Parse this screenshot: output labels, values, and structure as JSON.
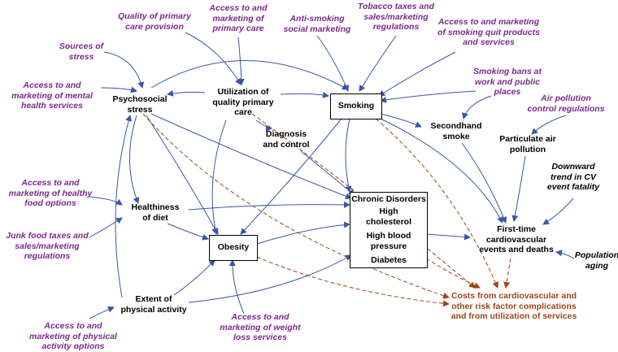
{
  "colors": {
    "external": "#7b2a8c",
    "variable": "#000000",
    "arrow": "#3b55a6",
    "cost": "#a0441a"
  },
  "nodes": {
    "quality_primary_care_provision": "Quality of primary\ncare provision",
    "access_primary_care": "Access to and\nmarketing of\nprimary care",
    "anti_smoking_marketing": "Anti-smoking\nsocial marketing",
    "tobacco_taxes": "Tobacco taxes and\nsales/marketing\nregulations",
    "access_quit_products": "Access to and marketing\nof smoking quit products\nand services",
    "sources_of_stress": "Sources of\nstress",
    "access_mental_health": "Access to and\nmarketing of mental\nhealth services",
    "psychosocial_stress": "Psychosocial\nstress",
    "utilization_primary_care": "Utilization of\nquality primary\ncare",
    "smoking": "Smoking",
    "smoking_bans": "Smoking bans at\nwork and public\nplaces",
    "air_pollution_regs": "Air pollution\ncontrol regulations",
    "secondhand_smoke": "Secondhand\nsmoke",
    "particulate_air_pollution": "Particulate air\npollution",
    "diagnosis_control": "Diagnosis\nand control",
    "downward_trend": "Downward\ntrend in CV\nevent fatality",
    "access_healthy_food": "Access to and\nmarketing of healthy\nfood options",
    "healthiness_of_diet": "Healthiness\nof diet",
    "junk_food_taxes": "Junk food taxes and\nsales/marketing\nregulations",
    "obesity": "Obesity",
    "first_time_cv_events": "First-time\ncardiovascular\nevents and deaths",
    "population_aging": "Population\naging",
    "extent_physical_activity": "Extent of\nphysical activity",
    "access_physical_activity": "Access to and\nmarketing of physical\nactivity options",
    "access_weight_loss": "Access to and\nmarketing of weight\nloss services",
    "costs": "Costs from cardiovascular and\nother risk factor complications\nand from utilization of services"
  },
  "chronic_disorders": {
    "title": "Chronic Disorders",
    "items": [
      "High\ncholesterol",
      "High blood\npressure",
      "Diabetes"
    ]
  },
  "edges": [
    {
      "from": "quality_primary_care_provision",
      "to": "utilization_primary_care",
      "style": "solid"
    },
    {
      "from": "access_primary_care",
      "to": "utilization_primary_care",
      "style": "solid"
    },
    {
      "from": "anti_smoking_marketing",
      "to": "smoking",
      "style": "solid"
    },
    {
      "from": "tobacco_taxes",
      "to": "smoking",
      "style": "solid"
    },
    {
      "from": "access_quit_products",
      "to": "smoking",
      "style": "solid"
    },
    {
      "from": "sources_of_stress",
      "to": "psychosocial_stress",
      "style": "solid"
    },
    {
      "from": "access_mental_health",
      "to": "psychosocial_stress",
      "style": "solid"
    },
    {
      "from": "utilization_primary_care",
      "to": "psychosocial_stress",
      "style": "solid"
    },
    {
      "from": "utilization_primary_care",
      "to": "smoking",
      "style": "solid"
    },
    {
      "from": "psychosocial_stress",
      "to": "smoking",
      "style": "solid"
    },
    {
      "from": "utilization_primary_care",
      "to": "diagnosis_control",
      "style": "solid"
    },
    {
      "from": "utilization_primary_care",
      "to": "obesity",
      "style": "solid"
    },
    {
      "from": "smoking_bans",
      "to": "smoking",
      "style": "solid"
    },
    {
      "from": "smoking_bans",
      "to": "secondhand_smoke",
      "style": "solid"
    },
    {
      "from": "smoking",
      "to": "secondhand_smoke",
      "style": "solid"
    },
    {
      "from": "air_pollution_regs",
      "to": "particulate_air_pollution",
      "style": "solid"
    },
    {
      "from": "psychosocial_stress",
      "to": "chronic_disorders",
      "style": "solid"
    },
    {
      "from": "psychosocial_stress",
      "to": "obesity",
      "style": "solid"
    },
    {
      "from": "psychosocial_stress",
      "to": "healthiness_of_diet",
      "style": "solid"
    },
    {
      "from": "diagnosis_control",
      "to": "chronic_disorders",
      "style": "solid"
    },
    {
      "from": "smoking",
      "to": "chronic_disorders",
      "style": "solid"
    },
    {
      "from": "smoking",
      "to": "obesity",
      "style": "solid"
    },
    {
      "from": "smoking",
      "to": "first_time_cv_events",
      "style": "solid"
    },
    {
      "from": "secondhand_smoke",
      "to": "first_time_cv_events",
      "style": "solid"
    },
    {
      "from": "particulate_air_pollution",
      "to": "first_time_cv_events",
      "style": "solid"
    },
    {
      "from": "downward_trend",
      "to": "first_time_cv_events",
      "style": "solid"
    },
    {
      "from": "population_aging",
      "to": "first_time_cv_events",
      "style": "solid"
    },
    {
      "from": "access_healthy_food",
      "to": "healthiness_of_diet",
      "style": "solid"
    },
    {
      "from": "junk_food_taxes",
      "to": "healthiness_of_diet",
      "style": "solid"
    },
    {
      "from": "healthiness_of_diet",
      "to": "chronic_disorders",
      "style": "solid"
    },
    {
      "from": "healthiness_of_diet",
      "to": "obesity",
      "style": "solid"
    },
    {
      "from": "obesity",
      "to": "chronic_disorders",
      "style": "solid"
    },
    {
      "from": "chronic_disorders",
      "to": "first_time_cv_events",
      "style": "solid"
    },
    {
      "from": "extent_physical_activity",
      "to": "obesity",
      "style": "solid"
    },
    {
      "from": "extent_physical_activity",
      "to": "chronic_disorders",
      "style": "solid"
    },
    {
      "from": "extent_physical_activity",
      "to": "psychosocial_stress",
      "style": "solid"
    },
    {
      "from": "access_physical_activity",
      "to": "extent_physical_activity",
      "style": "solid"
    },
    {
      "from": "access_weight_loss",
      "to": "obesity",
      "style": "solid"
    },
    {
      "from": "psychosocial_stress",
      "to": "costs",
      "style": "dashed"
    },
    {
      "from": "utilization_primary_care",
      "to": "costs",
      "style": "dashed"
    },
    {
      "from": "smoking",
      "to": "costs",
      "style": "dashed"
    },
    {
      "from": "obesity",
      "to": "costs",
      "style": "dashed"
    },
    {
      "from": "chronic_disorders",
      "to": "costs",
      "style": "dashed"
    },
    {
      "from": "first_time_cv_events",
      "to": "costs",
      "style": "dashed"
    }
  ]
}
